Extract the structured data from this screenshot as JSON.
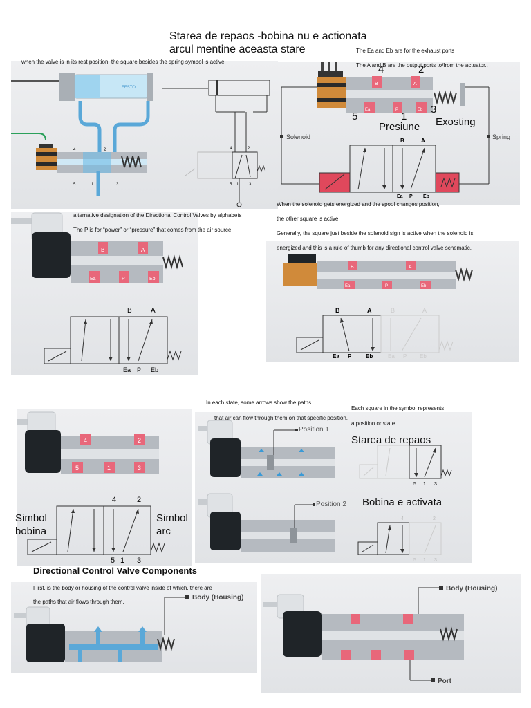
{
  "title": {
    "line1": "Starea de repaos -bobina nu e actionata",
    "line2": "arcul mentine aceasta stare"
  },
  "notes": {
    "rest_position": "when the valve is in its rest position, the square besides the spring symbol is active.",
    "exhaust": "The Ea and Eb are for the exhaust ports",
    "output": "The A and B are the output ports to/from the actuator..",
    "alt_designation": "alternative designation of the Directional Control Valves by alphabets",
    "p_power": "The P is for “power” or “pressure” that comes from the air source.",
    "solenoid_energized": "When the solenoid gets energized and the spool changes position,",
    "other_square": "the other square is active.",
    "generally": "Generally, the square just beside the solenoid sign is active when the solenoid is",
    "rule_of_thumb": "energized and this is a rule of thumb for any directional control valve schematic.",
    "each_state_1": "In each state, some arrows show the paths",
    "each_state_2": "that air can flow through them on that specific position.",
    "each_square_1": "Each square in the symbol represents",
    "each_square_2": "a position or state.",
    "first_body_1": "First, is the body or housing of the control valve inside of which, there are",
    "first_body_2": "the paths that air flows through them."
  },
  "annotations": {
    "n4": "4",
    "n2": "2",
    "n5": "5",
    "n1": "1",
    "n3": "3",
    "presiune": "Presiune",
    "exosting": "Exosting",
    "simbol_bobina_1": "Simbol",
    "simbol_bobina_2": "bobina",
    "simbol_arc_1": "Simbol",
    "simbol_arc_2": "arc",
    "starea_repaos": "Starea de repaos",
    "bobina_activata": "Bobina e activata"
  },
  "section_heading": "Directional Control Valve Components",
  "figure_labels": {
    "cyl_brand": "FESTO",
    "solenoid": "Solenoid",
    "spring": "Spring",
    "B": "B",
    "A": "A",
    "Ea": "Ea",
    "P": "P",
    "Eb": "Eb",
    "p4": "4",
    "p2": "2",
    "p5": "5",
    "p1": "1",
    "p3": "3",
    "position1": "Position 1",
    "position2": "Position 2",
    "body_housing": "Body (Housing)",
    "port": "Port"
  },
  "colors": {
    "port_red": "#e8677a",
    "air_blue": "#5aa8d8",
    "solenoid_red": "#e0485c",
    "coil_orange": "#d08a3a"
  }
}
